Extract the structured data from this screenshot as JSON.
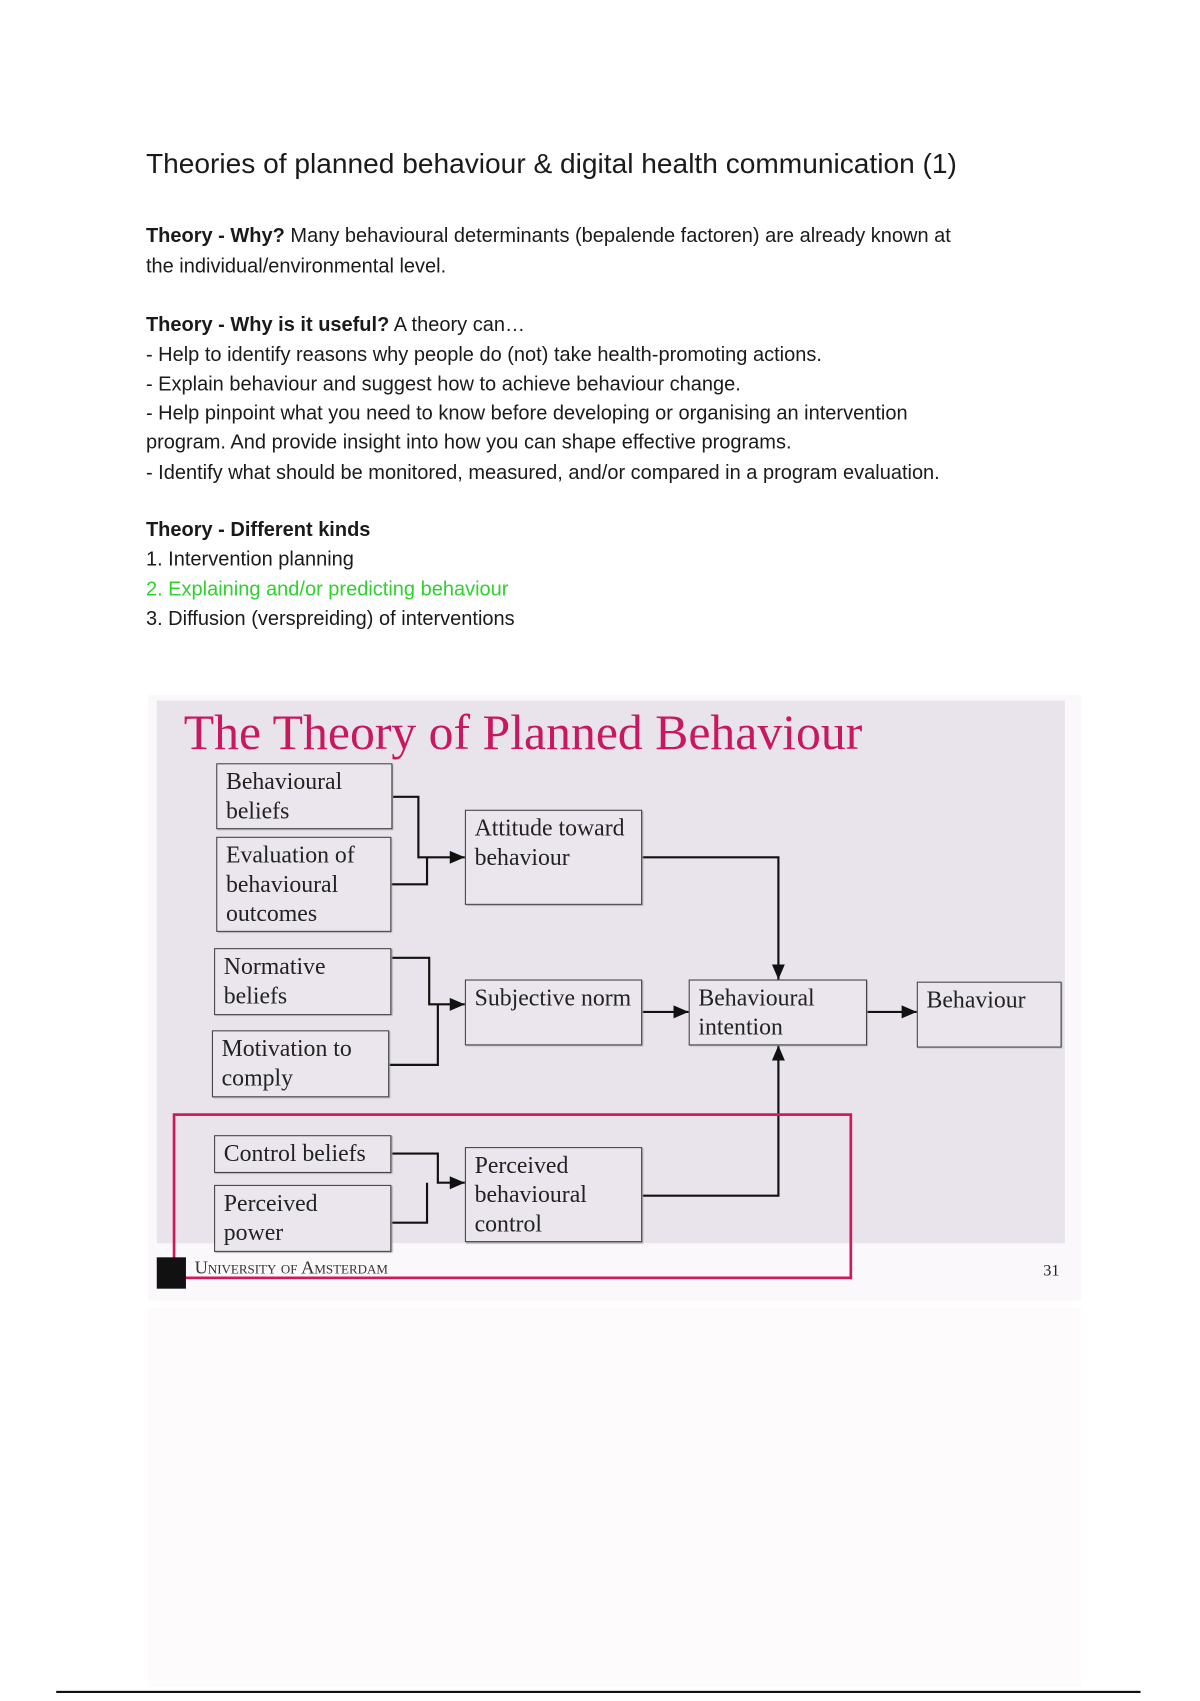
{
  "title": "Theories of planned behaviour & digital health communication (1)",
  "why": {
    "label": "Theory - Why?",
    "text": " Many behavioural determinants (bepalende factoren) are already known at",
    "text2": "the individual/environmental level."
  },
  "useful": {
    "label": "Theory - Why is it useful?",
    "text": " A theory can…",
    "items": [
      "- Help to identify reasons why people do (not) take health-promoting actions.",
      "- Explain behaviour and suggest how to achieve behaviour change.",
      "- Help pinpoint what you need to know before developing or organising an intervention",
      "program. And provide insight into how you can shape effective programs.",
      "- Identify what should be monitored, measured, and/or compared in a program evaluation."
    ]
  },
  "kinds": {
    "label": "Theory - Different kinds",
    "items": [
      "1. Intervention planning",
      "2. Explaining and/or predicting behaviour",
      "3. Diffusion (verspreiding) of interventions"
    ],
    "highlight_color": "#2fd12f"
  },
  "slide": {
    "title": "The Theory of Planned Behaviour",
    "boxes": {
      "behavioural_beliefs": "Behavioural beliefs",
      "evaluation": "Evaluation of behavioural outcomes",
      "attitude": "Attitude toward behaviour",
      "normative_beliefs": "Normative beliefs",
      "motivation": "Motivation to comply",
      "subjective_norm": "Subjective norm",
      "intention": "Behavioural intention",
      "behaviour": "Behaviour",
      "control_beliefs": "Control beliefs",
      "perceived_power": "Perceived power",
      "pbc": "Perceived behavioural control"
    },
    "footer": "University of Amsterdam",
    "page": "31",
    "title_color": "#c8185f"
  }
}
